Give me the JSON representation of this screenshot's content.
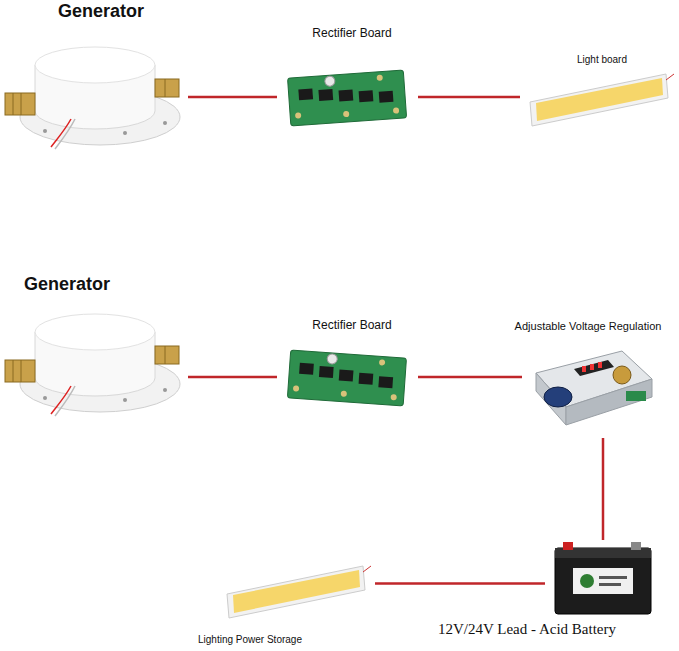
{
  "diagram": {
    "nodes": [
      {
        "text": [
          "Generator"
        ]
      },
      {
        "text": [
          "Rectifier Board"
        ]
      },
      {
        "text": [
          "Light board"
        ]
      },
      {
        "text": [
          "Generator"
        ]
      },
      {
        "text": [
          "Rectifier Board"
        ]
      },
      {
        "text": [
          "Adjustable Voltage Regulation"
        ]
      },
      {
        "text": [
          "12V/24V Lead - Acid Battery"
        ]
      },
      {
        "text": [
          "Lighting Power Storage"
        ]
      }
    ],
    "edges": [
      {
        "from": 0,
        "to": 1,
        "arrow": "none"
      },
      {
        "from": 1,
        "to": 2,
        "arrow": "none"
      },
      {
        "from": 3,
        "to": 4,
        "arrow": "none"
      },
      {
        "from": 4,
        "to": 5,
        "arrow": "none"
      },
      {
        "from": 5,
        "to": 6,
        "arrow": "none"
      },
      {
        "from": 6,
        "to": 7,
        "arrow": "none"
      }
    ]
  }
}
